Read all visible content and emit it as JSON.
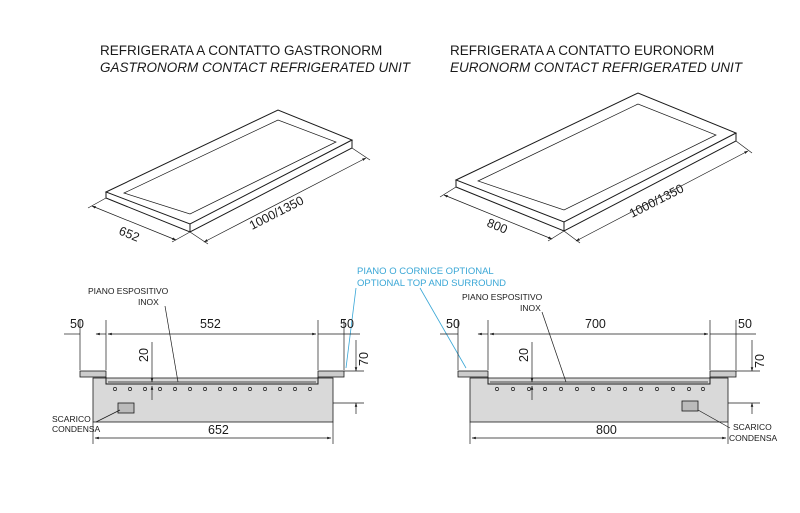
{
  "left": {
    "title_it": "REFRIGERATA A CONTATTO GASTRONORM",
    "title_en": "GASTRONORM CONTACT REFRIGERATED UNIT",
    "iso_width": "652",
    "iso_length": "1000/1350",
    "section_label_1": "PIANO ESPOSITIVO",
    "section_label_2": "INOX",
    "dim_side_left": "50",
    "dim_inner": "552",
    "dim_side_right": "50",
    "dim_depth": "20",
    "dim_height": "70",
    "dim_total": "652",
    "drain_1": "SCARICO",
    "drain_2": "CONDENSA"
  },
  "right": {
    "title_it": "REFRIGERATA A CONTATTO EURONORM",
    "title_en": "EURONORM CONTACT REFRIGERATED UNIT",
    "iso_width": "800",
    "iso_length": "1000/1350",
    "section_label_1": "PIANO ESPOSITIVO",
    "section_label_2": "INOX",
    "dim_side_left": "50",
    "dim_inner": "700",
    "dim_side_right": "50",
    "dim_depth": "20",
    "dim_height": "70",
    "dim_total": "800",
    "drain_1": "SCARICO",
    "drain_2": "CONDENSA"
  },
  "note": {
    "line1": "PIANO O CORNICE OPTIONAL",
    "line2": "OPTIONAL TOP AND SURROUND",
    "color": "#3aa7d6"
  }
}
